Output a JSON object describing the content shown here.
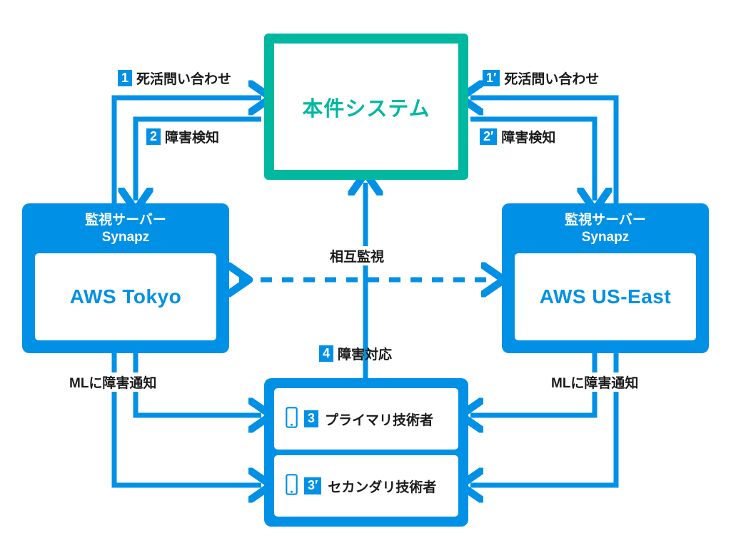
{
  "palette": {
    "blue": "#0091e6",
    "teal": "#00b8a0",
    "text": "#1a1a1a",
    "white": "#ffffff"
  },
  "system": {
    "label": "本件システム"
  },
  "servers": [
    {
      "id": "tokyo",
      "title": "監視サーバー\nSynapz",
      "region": "AWS Tokyo"
    },
    {
      "id": "us-east",
      "title": "監視サーバー\nSynapz",
      "region": "AWS US-East"
    }
  ],
  "engineers": {
    "group_label": {
      "number": "4",
      "text": "障害対応"
    },
    "rows": [
      {
        "icon": "smartphone-icon",
        "number": "3",
        "name": "プライマリ技術者"
      },
      {
        "icon": "smartphone-icon",
        "number": "3′",
        "name": "セカンダリ技術者"
      }
    ]
  },
  "flows": {
    "left_health_check": {
      "number": "1",
      "text": "死活問い合わせ"
    },
    "left_fault_detect": {
      "number": "2",
      "text": "障害検知"
    },
    "right_health_check": {
      "number": "1′",
      "text": "死活問い合わせ"
    },
    "right_fault_detect": {
      "number": "2′",
      "text": "障害検知"
    },
    "mutual_monitoring": "相互監視",
    "ml_notify_left": "MLに障害通知",
    "ml_notify_right": "MLに障害通知"
  }
}
